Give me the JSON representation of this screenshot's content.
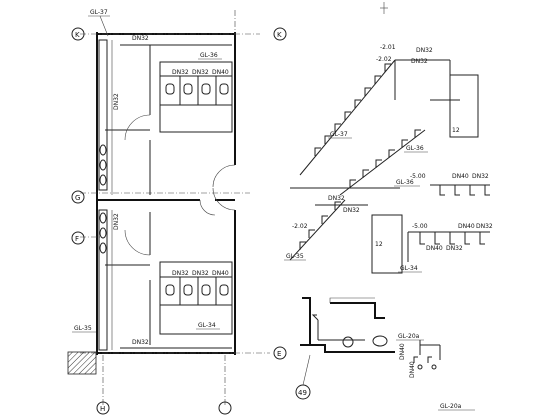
{
  "plan": {
    "pipe_labels": [
      {
        "text": "GL-37"
      },
      {
        "text": "GL-36"
      },
      {
        "text": "GL-35"
      },
      {
        "text": "GL-34"
      }
    ],
    "dims": [
      {
        "text": "DN32"
      },
      {
        "text": "DN32"
      },
      {
        "text": "DN32"
      },
      {
        "text": "DN40"
      },
      {
        "text": "DN32"
      },
      {
        "text": "DN32"
      },
      {
        "text": "DN32"
      },
      {
        "text": "DN40"
      },
      {
        "text": "DN32"
      },
      {
        "text": "DN32"
      }
    ],
    "axis_marks": [
      {
        "text": "K"
      },
      {
        "text": "K"
      },
      {
        "text": "G"
      },
      {
        "text": "F"
      },
      {
        "text": "E"
      },
      {
        "text": "H"
      }
    ]
  },
  "iso": {
    "labels": [
      {
        "text": "-2.01"
      },
      {
        "text": "DN32"
      },
      {
        "text": "-2.02"
      },
      {
        "text": "DN32"
      },
      {
        "text": "GL-36"
      },
      {
        "text": "GL-37"
      },
      {
        "text": "DN40"
      },
      {
        "text": "DN32"
      },
      {
        "text": "-5.00"
      },
      {
        "text": "GL-36"
      },
      {
        "text": "DN40"
      },
      {
        "text": "DN32"
      },
      {
        "text": "DN32"
      },
      {
        "text": "-5.00"
      },
      {
        "text": "DN40"
      },
      {
        "text": "DN32"
      },
      {
        "text": "GL-35"
      },
      {
        "text": "GL-34"
      },
      {
        "text": "-2.02"
      },
      {
        "text": "DN32"
      },
      {
        "text": "12"
      },
      {
        "text": "12"
      }
    ]
  },
  "detail": {
    "labels": [
      {
        "text": "GL-20a"
      },
      {
        "text": "DN40"
      },
      {
        "text": "DN40"
      }
    ],
    "circle_mark": "49",
    "caption": "GL-20a"
  }
}
